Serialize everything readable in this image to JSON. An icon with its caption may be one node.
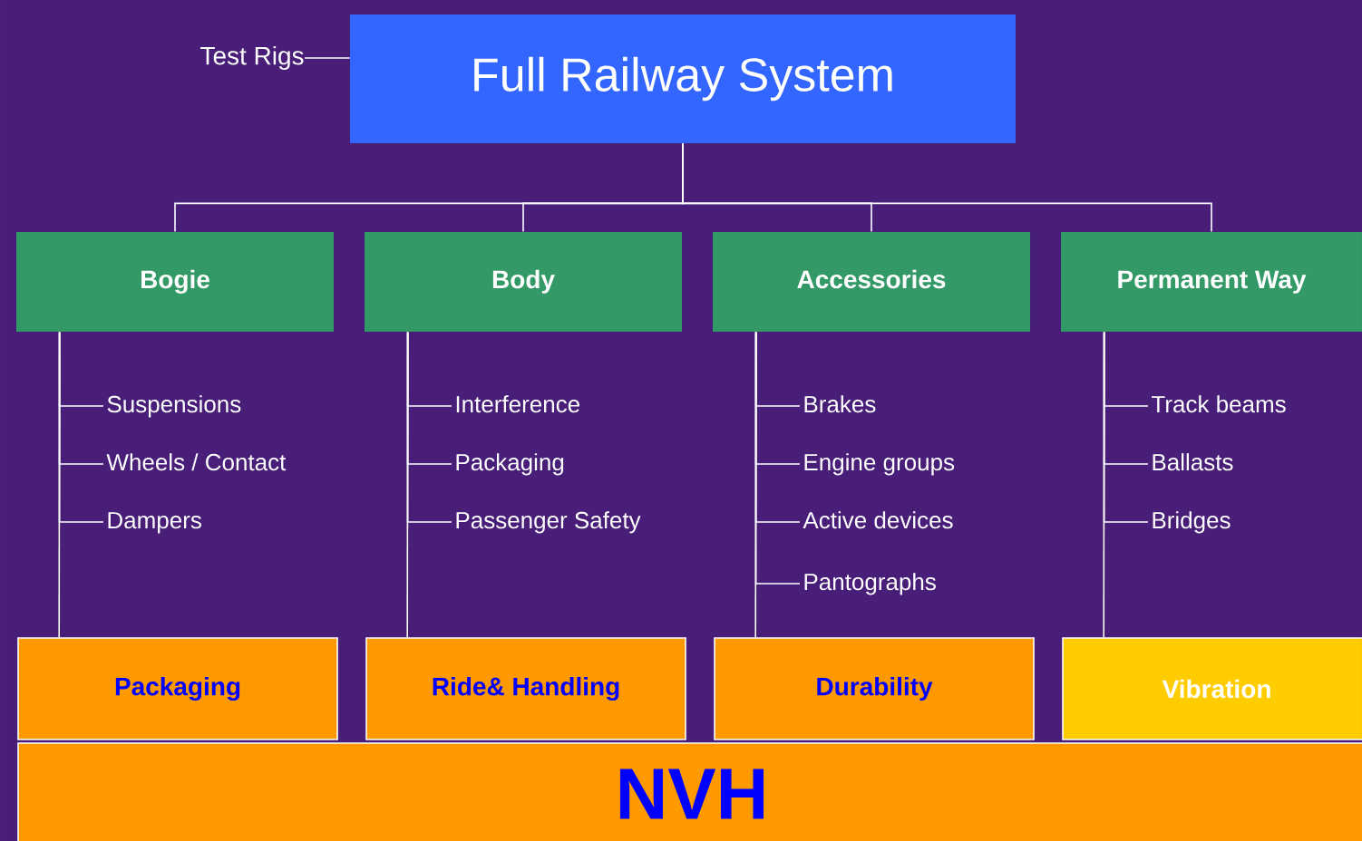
{
  "diagram": {
    "nodes": [
      {
        "text": [
          "Test Rigs"
        ]
      },
      {
        "text": [
          "Full Railway System"
        ]
      },
      {
        "text": [
          "Bogie"
        ]
      },
      {
        "text": [
          "Body"
        ]
      },
      {
        "text": [
          "Accessories"
        ]
      },
      {
        "text": [
          "Permanent Way"
        ]
      },
      {
        "text": [
          "Suspensions"
        ]
      },
      {
        "text": [
          "Wheels / Contact"
        ]
      },
      {
        "text": [
          "Dampers"
        ]
      },
      {
        "text": [
          "Interference"
        ]
      },
      {
        "text": [
          "Packaging"
        ]
      },
      {
        "text": [
          "Passenger Safety"
        ]
      },
      {
        "text": [
          "Brakes"
        ]
      },
      {
        "text": [
          "Engine groups"
        ]
      },
      {
        "text": [
          "Active devices"
        ]
      },
      {
        "text": [
          "Pantographs"
        ]
      },
      {
        "text": [
          "Track beams"
        ]
      },
      {
        "text": [
          "Ballasts"
        ]
      },
      {
        "text": [
          "Bridges"
        ]
      },
      {
        "text": [
          "Packaging"
        ]
      },
      {
        "text": [
          "Ride& Handling"
        ]
      },
      {
        "text": [
          "Durability"
        ]
      },
      {
        "text": [
          "Vibration"
        ]
      },
      {
        "text": [
          "NVH"
        ]
      }
    ],
    "edges": [
      {
        "from": 0,
        "to": 1,
        "arrow": "none"
      },
      {
        "from": 1,
        "to": 2,
        "arrow": "none"
      },
      {
        "from": 1,
        "to": 3,
        "arrow": "none"
      },
      {
        "from": 1,
        "to": 4,
        "arrow": "none"
      },
      {
        "from": 1,
        "to": 5,
        "arrow": "none"
      },
      {
        "from": 2,
        "to": 6,
        "arrow": "none"
      },
      {
        "from": 2,
        "to": 7,
        "arrow": "none"
      },
      {
        "from": 2,
        "to": 8,
        "arrow": "none"
      },
      {
        "from": 3,
        "to": 9,
        "arrow": "none"
      },
      {
        "from": 3,
        "to": 10,
        "arrow": "none"
      },
      {
        "from": 3,
        "to": 11,
        "arrow": "none"
      },
      {
        "from": 4,
        "to": 12,
        "arrow": "none"
      },
      {
        "from": 4,
        "to": 13,
        "arrow": "none"
      },
      {
        "from": 4,
        "to": 14,
        "arrow": "none"
      },
      {
        "from": 4,
        "to": 15,
        "arrow": "none"
      },
      {
        "from": 5,
        "to": 16,
        "arrow": "none"
      },
      {
        "from": 5,
        "to": 17,
        "arrow": "none"
      },
      {
        "from": 5,
        "to": 18,
        "arrow": "none"
      },
      {
        "from": 2,
        "to": 19,
        "arrow": "none"
      },
      {
        "from": 3,
        "to": 20,
        "arrow": "none"
      },
      {
        "from": 4,
        "to": 21,
        "arrow": "none"
      },
      {
        "from": 5,
        "to": 22,
        "arrow": "none"
      }
    ]
  }
}
